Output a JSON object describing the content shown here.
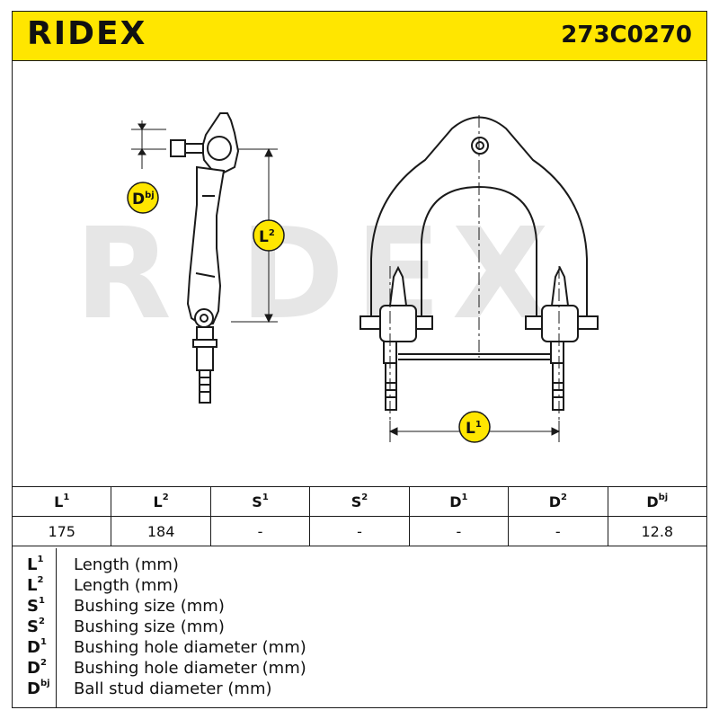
{
  "header": {
    "brand": "RIDEX",
    "part_number": "273C0270"
  },
  "drawing": {
    "watermark": "RIDEX",
    "labels": {
      "dbj": {
        "main": "D",
        "sup": "bj"
      },
      "l2": {
        "main": "L",
        "sup": "2"
      },
      "l1": {
        "main": "L",
        "sup": "1"
      }
    }
  },
  "spec_table": {
    "headers": [
      {
        "main": "L",
        "sup": "1"
      },
      {
        "main": "L",
        "sup": "2"
      },
      {
        "main": "S",
        "sup": "1"
      },
      {
        "main": "S",
        "sup": "2"
      },
      {
        "main": "D",
        "sup": "1"
      },
      {
        "main": "D",
        "sup": "2"
      },
      {
        "main": "D",
        "sup": "bj"
      }
    ],
    "values": [
      "175",
      "184",
      "-",
      "-",
      "-",
      "-",
      "12.8"
    ]
  },
  "legend": [
    {
      "code": "L",
      "sup": "1",
      "text": "Length (mm)"
    },
    {
      "code": "L",
      "sup": "2",
      "text": "Length (mm)"
    },
    {
      "code": "S",
      "sup": "1",
      "text": "Bushing size (mm)"
    },
    {
      "code": "S",
      "sup": "2",
      "text": "Bushing size (mm)"
    },
    {
      "code": "D",
      "sup": "1",
      "text": "Bushing hole diameter (mm)"
    },
    {
      "code": "D",
      "sup": "2",
      "text": "Bushing hole diameter (mm)"
    },
    {
      "code": "D",
      "sup": "bj",
      "text": "Ball stud diameter (mm)"
    }
  ],
  "colors": {
    "header_bg": "#ffe600",
    "label_badge": "#ffe600",
    "watermark": "#e6e6e6",
    "line": "#1a1a1a"
  }
}
